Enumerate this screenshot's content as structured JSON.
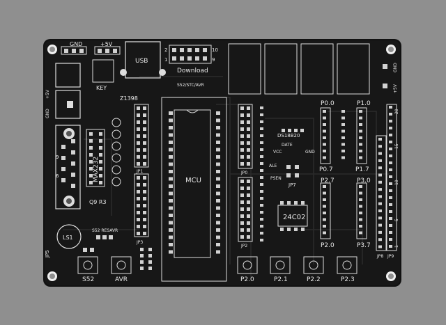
{
  "photo": {
    "subject": "Unpopulated black printed circuit board with white silkscreen",
    "colors": {
      "background": "#8e8e8e",
      "board": "#121212",
      "silkscreen": "#e8e8e8",
      "pad": "#cfcfcf",
      "hole": "#2a2a2a"
    }
  },
  "silkscreen": {
    "gnd_top": "GND",
    "plus5v_top": "+5V",
    "usb": "USB",
    "download": "Download",
    "download_pin_left": "2",
    "download_pin_right": "10",
    "download_pin_left_bottom": "1",
    "download_pin_right_bottom": "9",
    "key": "KEY",
    "s52_stc_avr": "S52/STC/AVR",
    "z1398": "Z1398",
    "plus5v_left": "+5V",
    "gnd_left": "GND",
    "max232": "MAX232",
    "db9_pin_left": "6",
    "db9_pin_right": "9",
    "jp1": "JP1",
    "jp3": "JP3",
    "mcu": "MCU",
    "jp0": "JP0",
    "jp2": "JP2",
    "q9_r3": "Q9 R3",
    "s52_resavr": "S52 RESAVR",
    "ls1": "LS1",
    "jp5": "JP5",
    "s52_button": "S52",
    "avr_button": "AVR",
    "p20_button": "P2.0",
    "p21_button": "P2.1",
    "p22_button": "P2.2",
    "p23_button": "P2.3",
    "ds18b20": "DS18B20",
    "date": "DATE",
    "vcc": "VCC",
    "gnd_sensor": "GND",
    "ale": "ALE",
    "psen": "PSEN",
    "jp7": "JP7",
    "eeprom": "24C02",
    "p00": "P0.0",
    "p07": "P0.7",
    "p10": "P1.0",
    "p17": "P1.7",
    "p27": "P2.7",
    "p20_header": "P2.0",
    "p30": "P3.0",
    "p37": "P3.7",
    "jp8": "JP8",
    "jp9": "JP9",
    "gnd_right": "GND",
    "plus5v_right": "+5V",
    "scale_20": "20",
    "scale_15": "15",
    "scale_10": "10",
    "scale_5": "5",
    "scale_1": "1"
  }
}
